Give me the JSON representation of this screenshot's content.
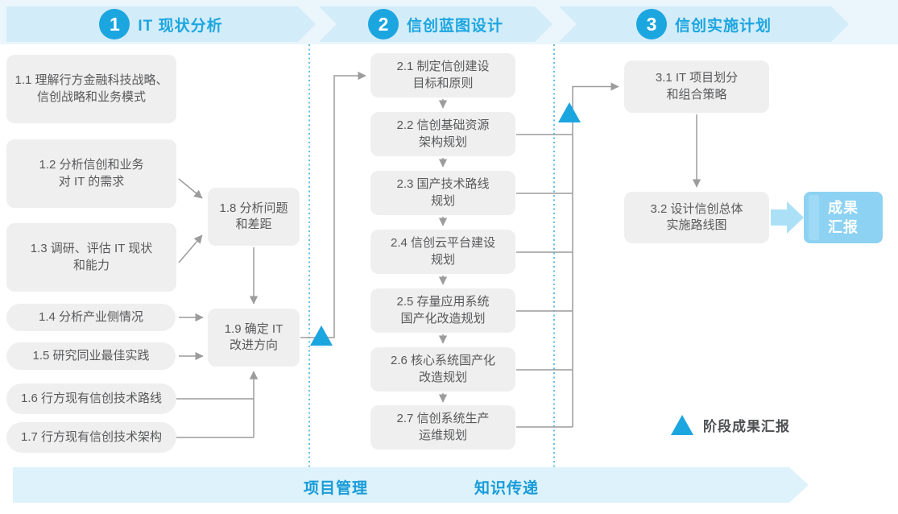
{
  "banners": [
    {
      "number": "1",
      "title": "IT 现状分析"
    },
    {
      "number": "2",
      "title": "信创蓝图设计"
    },
    {
      "number": "3",
      "title": "信创实施计划"
    }
  ],
  "phase1_boxes": [
    {
      "id": "1.1",
      "text": "1.1 理解行方金融科技战略、\n信创战略和业务模式"
    },
    {
      "id": "1.2",
      "text": "1.2 分析信创和业务\n对 IT 的需求"
    },
    {
      "id": "1.3",
      "text": "1.3 调研、评估 IT 现状\n和能力"
    },
    {
      "id": "1.4",
      "text": "1.4 分析产业侧情况"
    },
    {
      "id": "1.5",
      "text": "1.5 研究同业最佳实践"
    },
    {
      "id": "1.6",
      "text": "1.6 行方现有信创技术路线"
    },
    {
      "id": "1.7",
      "text": "1.7 行方现有信创技术架构"
    },
    {
      "id": "1.8",
      "text": "1.8 分析问题\n和差距"
    },
    {
      "id": "1.9",
      "text": "1.9 确定 IT\n改进方向"
    }
  ],
  "phase2_boxes": [
    {
      "id": "2.1",
      "text": "2.1 制定信创建设\n目标和原则"
    },
    {
      "id": "2.2",
      "text": "2.2 信创基础资源\n架构规划"
    },
    {
      "id": "2.3",
      "text": "2.3 国产技术路线\n规划"
    },
    {
      "id": "2.4",
      "text": "2.4 信创云平台建设\n规划"
    },
    {
      "id": "2.5",
      "text": "2.5 存量应用系统\n国产化改造规划"
    },
    {
      "id": "2.6",
      "text": "2.6 核心系统国产化\n改造规划"
    },
    {
      "id": "2.7",
      "text": "2.7 信创系统生产\n运维规划"
    }
  ],
  "phase3_boxes": [
    {
      "id": "3.1",
      "text": "3.1 IT 项目划分\n和组合策略"
    },
    {
      "id": "3.2",
      "text": "3.2 设计信创总体\n实施路线图"
    }
  ],
  "result_box": {
    "label": "成果\n汇报"
  },
  "legend": {
    "label": "阶段成果汇报"
  },
  "bottom_banner": {
    "items": [
      "项目管理",
      "知识传递"
    ]
  },
  "icons": {
    "milestone_marker": "triangle-up",
    "phase_banner_shape": "chevron-arrow-right"
  },
  "colors": {
    "accent_blue": "#1CA6E0",
    "banner_fill": "#D3ECF9",
    "top_strip": "#EAF6FC",
    "bottom_banner_fill": "#DDF2FB",
    "box_gray": "#EFEFEF",
    "box_text": "#58595B",
    "connector_gray": "#9C9C9C",
    "result_box_blue": "#8DD2F2",
    "result_text": "#FFFFFF"
  }
}
